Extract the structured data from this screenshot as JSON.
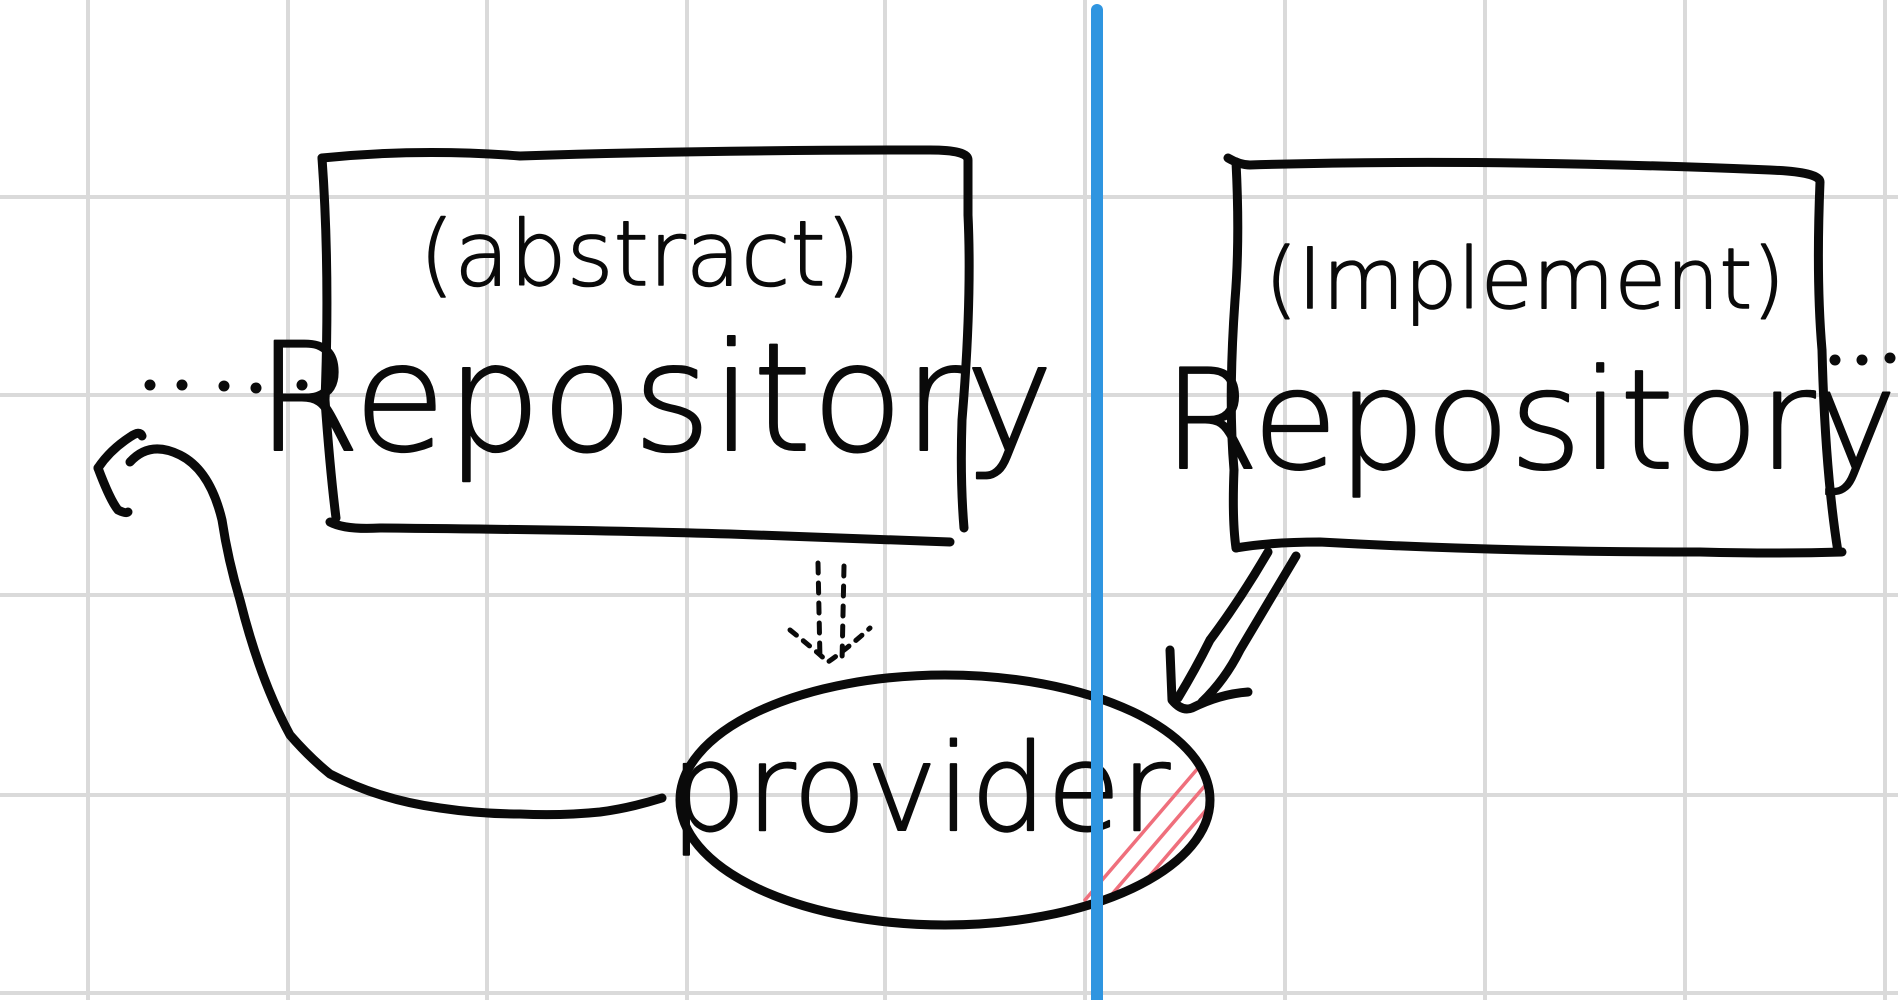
{
  "colors": {
    "grid": "#dadada",
    "ink": "#0a0a0a",
    "divider": "#2f95e0",
    "hatch": "#ef6f7c"
  },
  "abstract_box": {
    "tag": "(abstract)",
    "title": "Repository"
  },
  "implement_box": {
    "tag": "(Implement)",
    "title": "Repository"
  },
  "provider": {
    "label": "provider"
  }
}
